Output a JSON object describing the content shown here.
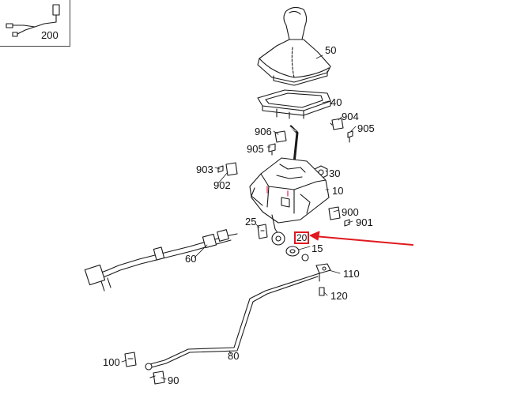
{
  "callouts": {
    "inset": "200",
    "shift_knob_boot": "50",
    "trim_frame": "40",
    "p904": "904",
    "p905_right": "905",
    "p906": "906",
    "p905_left": "905",
    "p903": "903",
    "p902": "902",
    "p30": "30",
    "p10": "10",
    "p900": "900",
    "p901": "901",
    "p25": "25",
    "highlighted": "20",
    "p15": "15",
    "p60": "60",
    "p110": "110",
    "p120": "120",
    "p80": "80",
    "p100": "100",
    "p90": "90"
  },
  "colors": {
    "line": "#1a1a1a",
    "highlight": "#e0191e",
    "accent_pink": "#e04060"
  }
}
